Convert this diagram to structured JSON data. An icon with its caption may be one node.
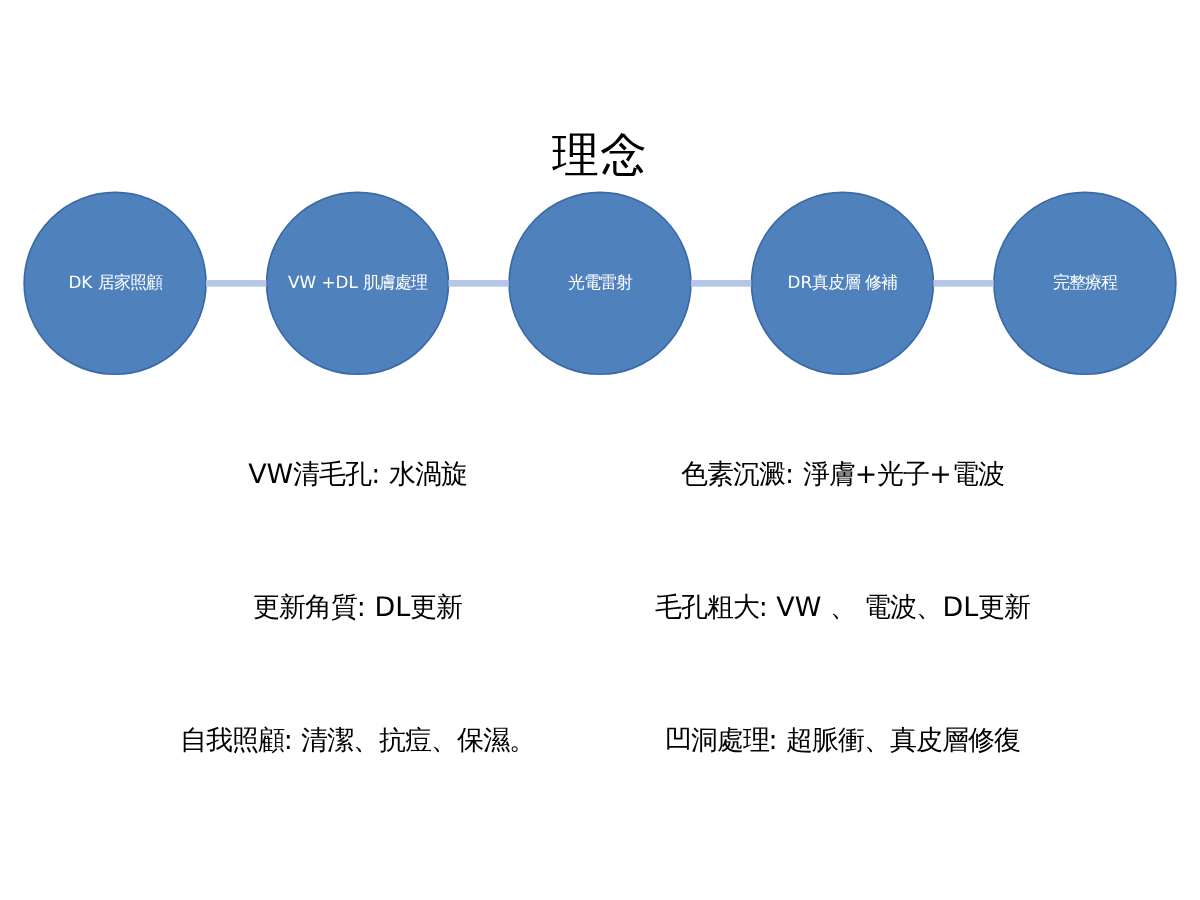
{
  "diagram": {
    "title": "理念",
    "nodes": [
      {
        "text": [
          "DK 居家照顧"
        ]
      },
      {
        "text": [
          "VW +DL 肌膚處理"
        ]
      },
      {
        "text": [
          "光電雷射"
        ]
      },
      {
        "text": [
          "DR真皮層 修補"
        ]
      },
      {
        "text": [
          "完整療程"
        ]
      }
    ],
    "edges": [
      {
        "from": 0,
        "to": 1,
        "arrow": "none"
      },
      {
        "from": 1,
        "to": 2,
        "arrow": "none"
      },
      {
        "from": 2,
        "to": 3,
        "arrow": "none"
      },
      {
        "from": 3,
        "to": 4,
        "arrow": "none"
      }
    ],
    "labels": [
      "VW清毛孔: 水渦旋",
      "更新角質: DL更新",
      "自我照顧: 清潔、抗痘、保濕。",
      "色素沉澱: 淨膚+光子+電波",
      "毛孔粗大: VW 、 電波、DL更新",
      "凹洞處理: 超脈衝、真皮層修復"
    ]
  }
}
